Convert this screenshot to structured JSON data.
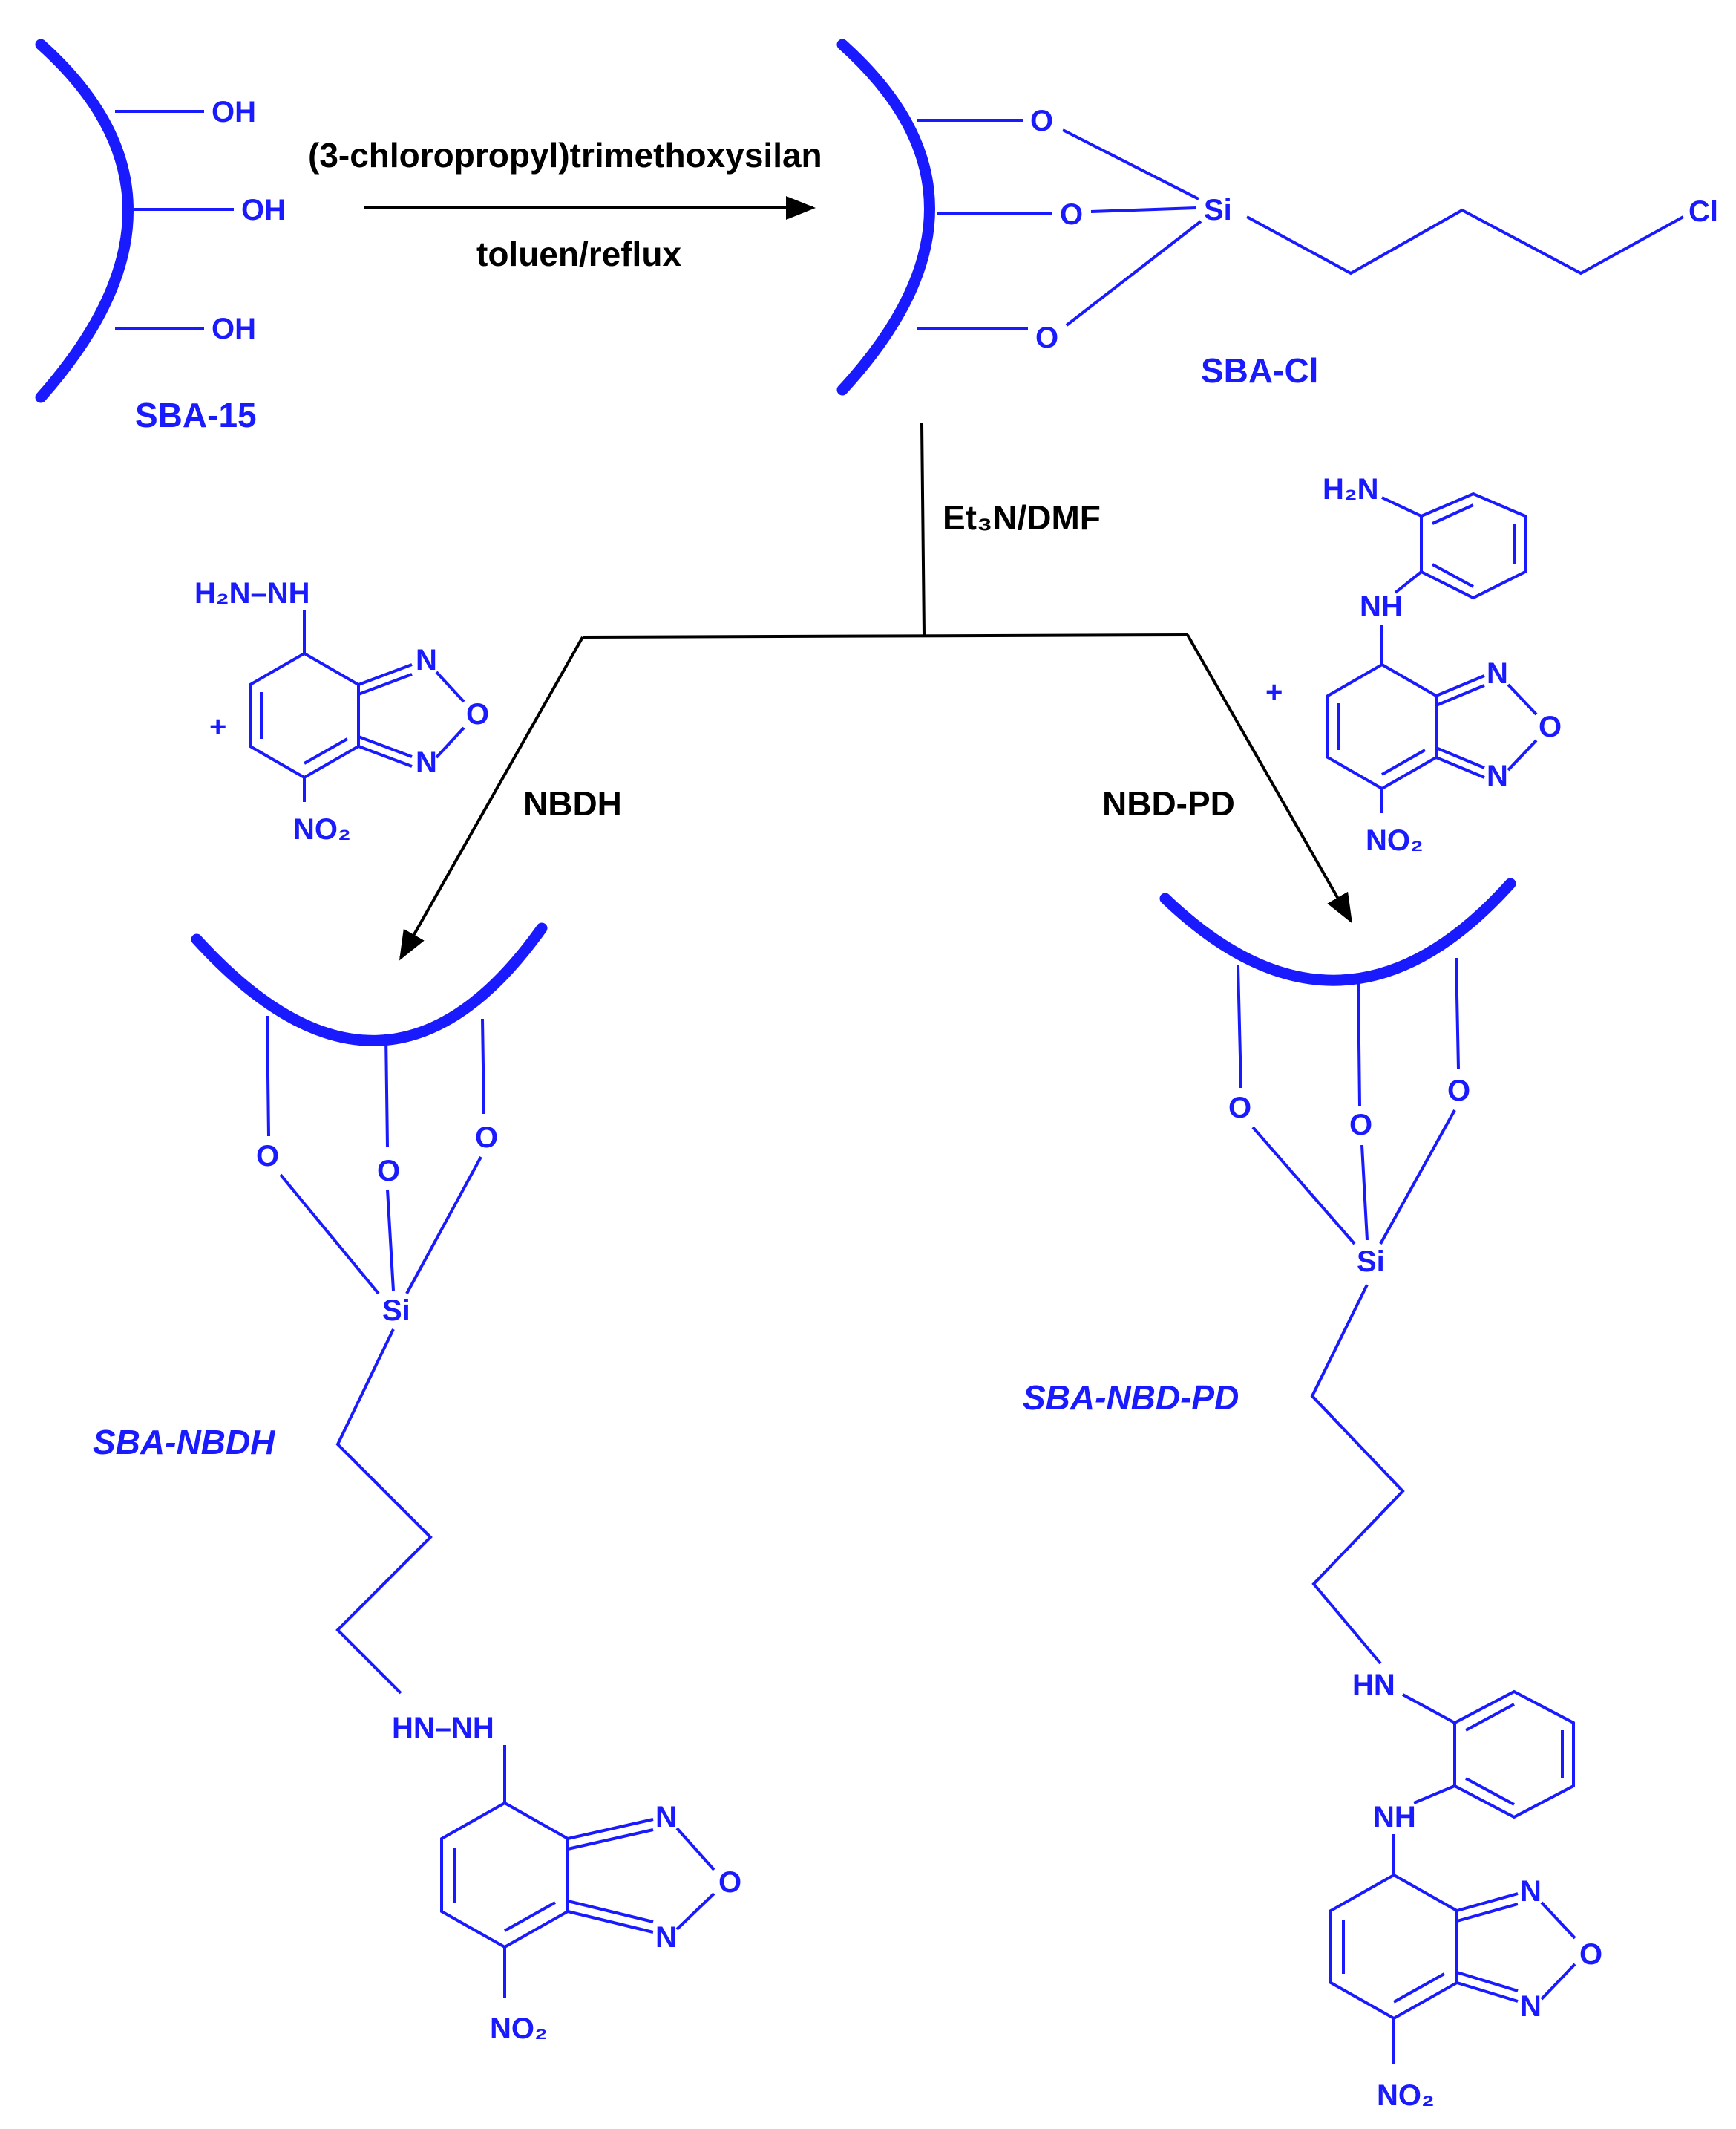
{
  "scheme": {
    "reagent_step1": "(3-chloropropyl)trimethoxysilan",
    "conditions_step1": "toluen/reflux",
    "conditions_step2": "Et₃N/DMF",
    "branch_left_reagent": "NBDH",
    "branch_right_reagent": "NBD-PD",
    "plus_sign": "+"
  },
  "compounds": {
    "sba15": "SBA-15",
    "sbacl": "SBA-Cl",
    "sba_nbdh": "SBA-NBDH",
    "sba_nbdpd": "SBA-NBD-PD"
  },
  "atoms": {
    "oh": "OH",
    "o": "O",
    "si": "Si",
    "cl": "Cl",
    "n": "N",
    "nh": "NH",
    "hn": "HN",
    "h2n_nh": "H₂N–NH",
    "h2n": "H₂N",
    "hn_nh": "HN–NH",
    "no2": "NO₂"
  },
  "colors": {
    "structure": "#1a1aff",
    "arrows": "#000000"
  }
}
